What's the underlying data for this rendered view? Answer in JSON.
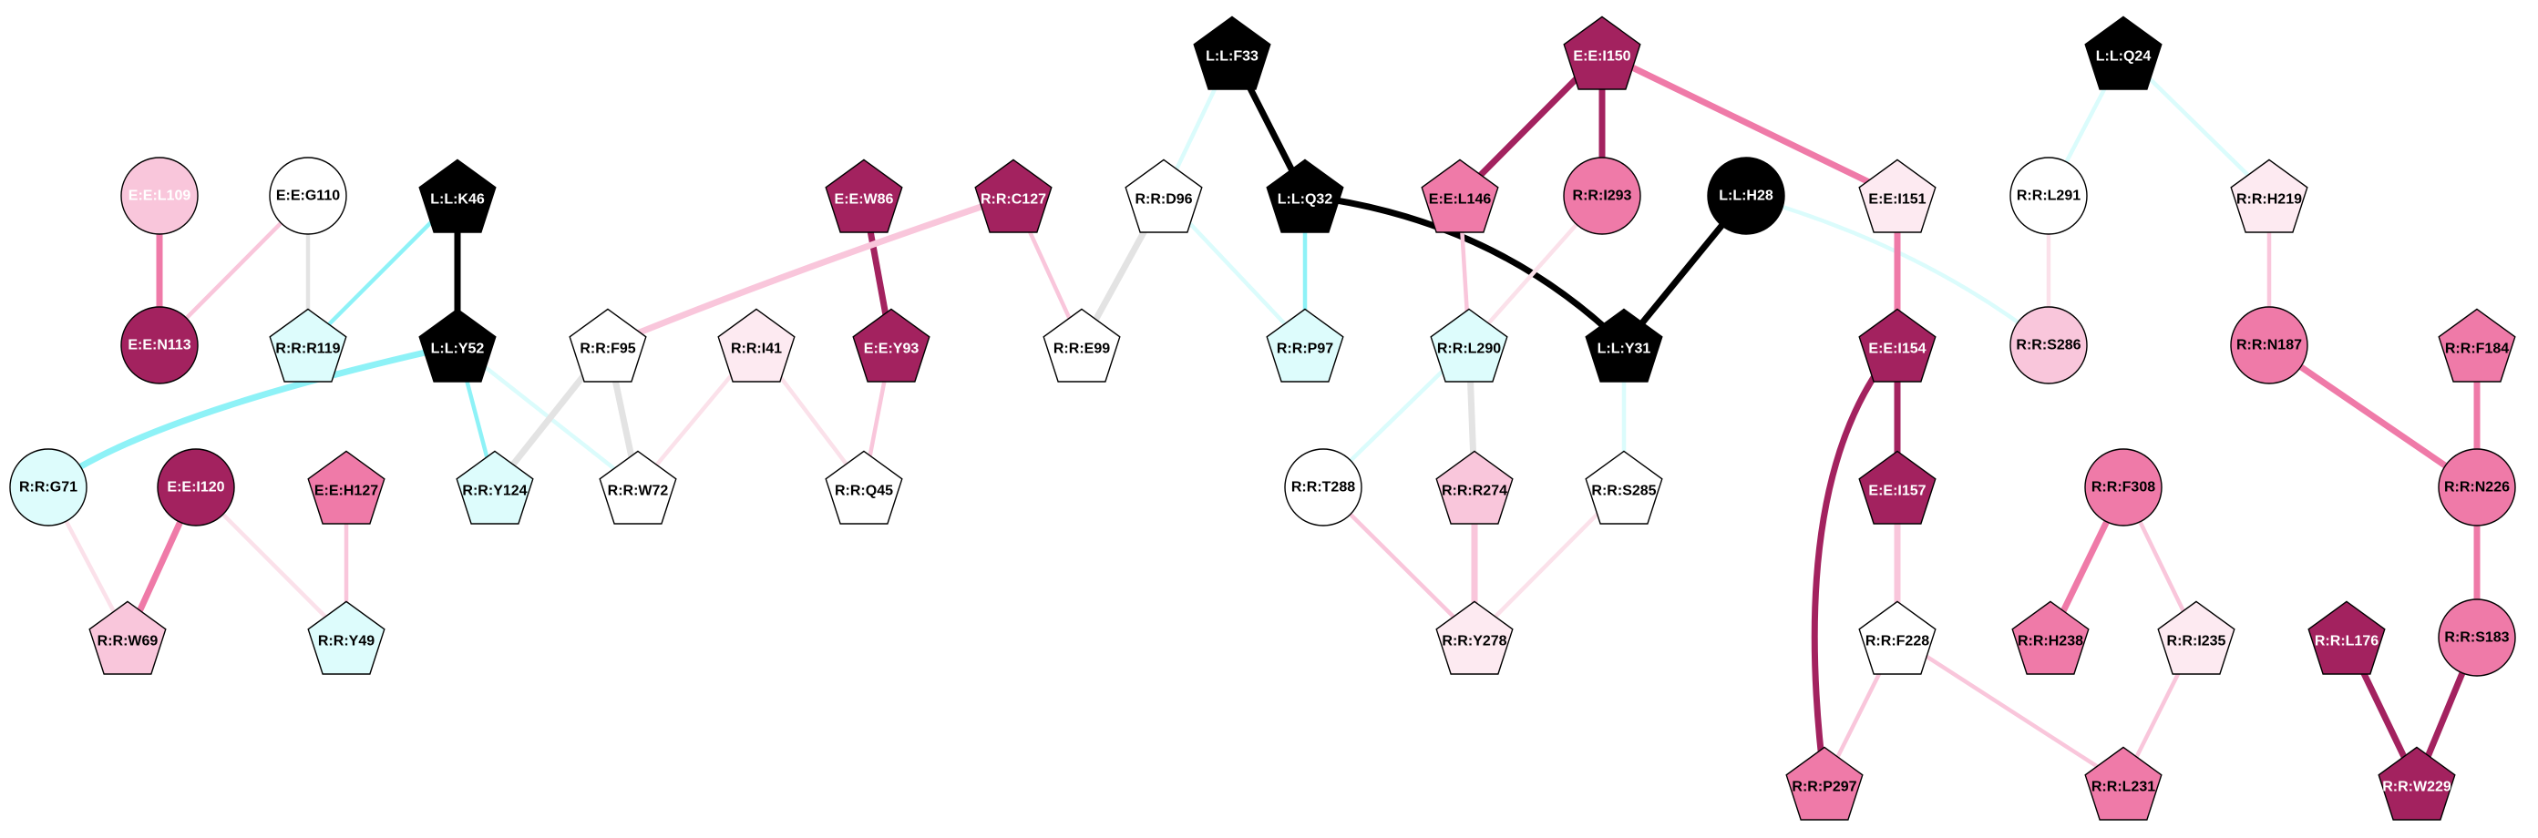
{
  "palette": {
    "black": "#000000",
    "white": "#ffffff",
    "dark_magenta": "#a3225f",
    "medium_pink": "#ef7aa8",
    "light_pink": "#f9c6db",
    "pale_pink": "#fdeaf1",
    "pale_cyan": "#ddfcfc",
    "edge_cyan_strong": "#8ef2f7",
    "edge_cyan_light": "#dbfcfc",
    "edge_grey": "#e3e3e3",
    "edge_pale_pink": "#fbe1ea"
  },
  "nodes": [
    {
      "id": "E:E:L109",
      "shape": "circle",
      "fill": "light_pink",
      "text": "light"
    },
    {
      "id": "E:E:G110",
      "shape": "circle",
      "fill": "white",
      "text": "dark"
    },
    {
      "id": "L:L:K46",
      "shape": "pentagon",
      "fill": "black",
      "text": "light"
    },
    {
      "id": "E:E:W86",
      "shape": "pentagon",
      "fill": "dark_magenta",
      "text": "light"
    },
    {
      "id": "R:R:C127",
      "shape": "pentagon",
      "fill": "dark_magenta",
      "text": "light"
    },
    {
      "id": "R:R:D96",
      "shape": "pentagon",
      "fill": "white",
      "text": "dark"
    },
    {
      "id": "L:L:F33",
      "shape": "pentagon",
      "fill": "black",
      "text": "light"
    },
    {
      "id": "L:L:Q32",
      "shape": "pentagon",
      "fill": "black",
      "text": "light"
    },
    {
      "id": "E:E:I150",
      "shape": "pentagon",
      "fill": "dark_magenta",
      "text": "light"
    },
    {
      "id": "E:E:L146",
      "shape": "pentagon",
      "fill": "medium_pink",
      "text": "dark"
    },
    {
      "id": "R:R:I293",
      "shape": "circle",
      "fill": "medium_pink",
      "text": "dark"
    },
    {
      "id": "L:L:H28",
      "shape": "circle",
      "fill": "black",
      "text": "light"
    },
    {
      "id": "E:E:I151",
      "shape": "pentagon",
      "fill": "pale_pink",
      "text": "dark"
    },
    {
      "id": "L:L:Q24",
      "shape": "pentagon",
      "fill": "black",
      "text": "light"
    },
    {
      "id": "R:R:L291",
      "shape": "circle",
      "fill": "white",
      "text": "dark"
    },
    {
      "id": "R:R:H219",
      "shape": "pentagon",
      "fill": "pale_pink",
      "text": "dark"
    },
    {
      "id": "E:E:N113",
      "shape": "circle",
      "fill": "dark_magenta",
      "text": "light"
    },
    {
      "id": "R:R:R119",
      "shape": "pentagon",
      "fill": "pale_cyan",
      "text": "dark"
    },
    {
      "id": "L:L:Y52",
      "shape": "pentagon",
      "fill": "black",
      "text": "light"
    },
    {
      "id": "R:R:F95",
      "shape": "pentagon",
      "fill": "white",
      "text": "dark"
    },
    {
      "id": "R:R:I41",
      "shape": "pentagon",
      "fill": "pale_pink",
      "text": "dark"
    },
    {
      "id": "E:E:Y93",
      "shape": "pentagon",
      "fill": "dark_magenta",
      "text": "light"
    },
    {
      "id": "R:R:E99",
      "shape": "pentagon",
      "fill": "white",
      "text": "dark"
    },
    {
      "id": "R:R:P97",
      "shape": "pentagon",
      "fill": "pale_cyan",
      "text": "dark"
    },
    {
      "id": "R:R:L290",
      "shape": "pentagon",
      "fill": "pale_cyan",
      "text": "dark"
    },
    {
      "id": "L:L:Y31",
      "shape": "pentagon",
      "fill": "black",
      "text": "light"
    },
    {
      "id": "E:E:I154",
      "shape": "pentagon",
      "fill": "dark_magenta",
      "text": "light"
    },
    {
      "id": "R:R:S286",
      "shape": "circle",
      "fill": "light_pink",
      "text": "dark"
    },
    {
      "id": "R:R:N187",
      "shape": "circle",
      "fill": "medium_pink",
      "text": "dark"
    },
    {
      "id": "R:R:F184",
      "shape": "pentagon",
      "fill": "medium_pink",
      "text": "dark"
    },
    {
      "id": "R:R:G71",
      "shape": "circle",
      "fill": "pale_cyan",
      "text": "dark"
    },
    {
      "id": "E:E:I120",
      "shape": "circle",
      "fill": "dark_magenta",
      "text": "light"
    },
    {
      "id": "E:E:H127",
      "shape": "pentagon",
      "fill": "medium_pink",
      "text": "dark"
    },
    {
      "id": "R:R:Y124",
      "shape": "pentagon",
      "fill": "pale_cyan",
      "text": "dark"
    },
    {
      "id": "R:R:W72",
      "shape": "pentagon",
      "fill": "white",
      "text": "dark"
    },
    {
      "id": "R:R:Q45",
      "shape": "pentagon",
      "fill": "white",
      "text": "dark"
    },
    {
      "id": "R:R:T288",
      "shape": "circle",
      "fill": "white",
      "text": "dark"
    },
    {
      "id": "R:R:R274",
      "shape": "pentagon",
      "fill": "light_pink",
      "text": "dark"
    },
    {
      "id": "R:R:S285",
      "shape": "pentagon",
      "fill": "white",
      "text": "dark"
    },
    {
      "id": "E:E:I157",
      "shape": "pentagon",
      "fill": "dark_magenta",
      "text": "light"
    },
    {
      "id": "R:R:F308",
      "shape": "circle",
      "fill": "medium_pink",
      "text": "dark"
    },
    {
      "id": "R:R:N226",
      "shape": "circle",
      "fill": "medium_pink",
      "text": "dark"
    },
    {
      "id": "R:R:W69",
      "shape": "pentagon",
      "fill": "light_pink",
      "text": "dark"
    },
    {
      "id": "R:R:Y49",
      "shape": "pentagon",
      "fill": "pale_cyan",
      "text": "dark"
    },
    {
      "id": "R:R:Y278",
      "shape": "pentagon",
      "fill": "pale_pink",
      "text": "dark"
    },
    {
      "id": "R:R:F228",
      "shape": "pentagon",
      "fill": "white",
      "text": "dark"
    },
    {
      "id": "R:R:H238",
      "shape": "pentagon",
      "fill": "medium_pink",
      "text": "dark"
    },
    {
      "id": "R:R:I235",
      "shape": "pentagon",
      "fill": "pale_pink",
      "text": "dark"
    },
    {
      "id": "R:R:L176",
      "shape": "pentagon",
      "fill": "dark_magenta",
      "text": "light"
    },
    {
      "id": "R:R:S183",
      "shape": "circle",
      "fill": "medium_pink",
      "text": "dark"
    },
    {
      "id": "R:R:P297",
      "shape": "pentagon",
      "fill": "medium_pink",
      "text": "dark"
    },
    {
      "id": "R:R:L231",
      "shape": "pentagon",
      "fill": "medium_pink",
      "text": "dark"
    },
    {
      "id": "R:R:W229",
      "shape": "pentagon",
      "fill": "dark_magenta",
      "text": "light"
    }
  ],
  "edges": [
    {
      "from": "E:E:L109",
      "to": "E:E:N113",
      "color": "medium_pink",
      "weight": "thick"
    },
    {
      "from": "E:E:G110",
      "to": "R:R:R119",
      "color": "edge_grey",
      "weight": "medium"
    },
    {
      "from": "E:E:N113",
      "to": "E:E:G110",
      "color": "light_pink",
      "weight": "medium"
    },
    {
      "from": "L:L:K46",
      "to": "R:R:R119",
      "color": "edge_cyan_strong",
      "weight": "medium"
    },
    {
      "from": "L:L:K46",
      "to": "L:L:Y52",
      "color": "black",
      "weight": "thick"
    },
    {
      "from": "L:L:Y52",
      "to": "R:R:G71",
      "color": "edge_cyan_strong",
      "weight": "thick"
    },
    {
      "from": "L:L:Y52",
      "to": "R:R:Y124",
      "color": "edge_cyan_strong",
      "weight": "medium"
    },
    {
      "from": "L:L:Y52",
      "to": "R:R:W72",
      "color": "edge_cyan_light",
      "weight": "medium"
    },
    {
      "from": "R:R:F95",
      "to": "R:R:Y124",
      "color": "edge_grey",
      "weight": "thick"
    },
    {
      "from": "R:R:F95",
      "to": "R:R:W72",
      "color": "edge_grey",
      "weight": "thick"
    },
    {
      "from": "R:R:I41",
      "to": "R:R:W72",
      "color": "edge_pale_pink",
      "weight": "medium"
    },
    {
      "from": "R:R:I41",
      "to": "R:R:Q45",
      "color": "edge_pale_pink",
      "weight": "medium"
    },
    {
      "from": "E:E:W86",
      "to": "E:E:Y93",
      "color": "dark_magenta",
      "weight": "thick"
    },
    {
      "from": "E:E:Y93",
      "to": "R:R:Q45",
      "color": "light_pink",
      "weight": "medium"
    },
    {
      "from": "R:R:C127",
      "to": "R:R:F95",
      "color": "light_pink",
      "weight": "thick"
    },
    {
      "from": "R:R:C127",
      "to": "R:R:E99",
      "color": "light_pink",
      "weight": "medium"
    },
    {
      "from": "R:R:D96",
      "to": "R:R:E99",
      "color": "edge_grey",
      "weight": "thick"
    },
    {
      "from": "R:R:D96",
      "to": "R:R:P97",
      "color": "edge_cyan_light",
      "weight": "medium"
    },
    {
      "from": "L:L:F33",
      "to": "R:R:D96",
      "color": "edge_cyan_light",
      "weight": "medium"
    },
    {
      "from": "L:L:F33",
      "to": "L:L:Q32",
      "color": "black",
      "weight": "thick"
    },
    {
      "from": "L:L:Q32",
      "to": "R:R:P97",
      "color": "edge_cyan_strong",
      "weight": "medium"
    },
    {
      "from": "L:L:Q32",
      "to": "L:L:Y31",
      "color": "black",
      "weight": "thick"
    },
    {
      "from": "E:E:I150",
      "to": "E:E:L146",
      "color": "dark_magenta",
      "weight": "thick"
    },
    {
      "from": "E:E:I150",
      "to": "R:R:I293",
      "color": "dark_magenta",
      "weight": "thick"
    },
    {
      "from": "E:E:I150",
      "to": "E:E:I151",
      "color": "medium_pink",
      "weight": "thick"
    },
    {
      "from": "E:E:L146",
      "to": "R:R:L290",
      "color": "light_pink",
      "weight": "medium"
    },
    {
      "from": "R:R:I293",
      "to": "R:R:L290",
      "color": "edge_pale_pink",
      "weight": "medium"
    },
    {
      "from": "L:L:H28",
      "to": "L:L:Y31",
      "color": "black",
      "weight": "thick"
    },
    {
      "from": "L:L:H28",
      "to": "R:R:S286",
      "color": "edge_cyan_light",
      "weight": "medium"
    },
    {
      "from": "E:E:I151",
      "to": "E:E:I154",
      "color": "medium_pink",
      "weight": "thick"
    },
    {
      "from": "L:L:Q24",
      "to": "R:R:L291",
      "color": "edge_cyan_light",
      "weight": "medium"
    },
    {
      "from": "L:L:Q24",
      "to": "R:R:H219",
      "color": "edge_cyan_light",
      "weight": "medium"
    },
    {
      "from": "R:R:L291",
      "to": "R:R:S286",
      "color": "edge_pale_pink",
      "weight": "medium"
    },
    {
      "from": "R:R:H219",
      "to": "R:R:N187",
      "color": "light_pink",
      "weight": "medium"
    },
    {
      "from": "R:R:N187",
      "to": "R:R:N226",
      "color": "medium_pink",
      "weight": "thick"
    },
    {
      "from": "R:R:F184",
      "to": "R:R:N226",
      "color": "medium_pink",
      "weight": "thick"
    },
    {
      "from": "R:R:N226",
      "to": "R:R:S183",
      "color": "medium_pink",
      "weight": "thick"
    },
    {
      "from": "R:R:S183",
      "to": "R:R:W229",
      "color": "dark_magenta",
      "weight": "thick"
    },
    {
      "from": "R:R:L176",
      "to": "R:R:W229",
      "color": "dark_magenta",
      "weight": "thick"
    },
    {
      "from": "R:R:G71",
      "to": "R:R:W69",
      "color": "edge_pale_pink",
      "weight": "medium"
    },
    {
      "from": "E:E:I120",
      "to": "R:R:W69",
      "color": "medium_pink",
      "weight": "thick"
    },
    {
      "from": "E:E:I120",
      "to": "R:R:Y49",
      "color": "edge_pale_pink",
      "weight": "medium"
    },
    {
      "from": "E:E:H127",
      "to": "R:R:Y49",
      "color": "light_pink",
      "weight": "medium"
    },
    {
      "from": "R:R:L290",
      "to": "R:R:R274",
      "color": "edge_grey",
      "weight": "thick"
    },
    {
      "from": "R:R:L290",
      "to": "R:R:T288",
      "color": "edge_cyan_light",
      "weight": "medium"
    },
    {
      "from": "L:L:Y31",
      "to": "R:R:S285",
      "color": "edge_cyan_light",
      "weight": "medium"
    },
    {
      "from": "R:R:T288",
      "to": "R:R:Y278",
      "color": "light_pink",
      "weight": "medium"
    },
    {
      "from": "R:R:R274",
      "to": "R:R:Y278",
      "color": "light_pink",
      "weight": "thick"
    },
    {
      "from": "R:R:S285",
      "to": "R:R:Y278",
      "color": "edge_pale_pink",
      "weight": "medium"
    },
    {
      "from": "E:E:I154",
      "to": "E:E:I157",
      "color": "dark_magenta",
      "weight": "thick"
    },
    {
      "from": "E:E:I154",
      "to": "R:R:P297",
      "color": "dark_magenta",
      "weight": "thick"
    },
    {
      "from": "E:E:I157",
      "to": "R:R:F228",
      "color": "light_pink",
      "weight": "thick"
    },
    {
      "from": "R:R:F228",
      "to": "R:R:P297",
      "color": "light_pink",
      "weight": "medium"
    },
    {
      "from": "R:R:F228",
      "to": "R:R:L231",
      "color": "light_pink",
      "weight": "medium"
    },
    {
      "from": "R:R:F308",
      "to": "R:R:H238",
      "color": "medium_pink",
      "weight": "thick"
    },
    {
      "from": "R:R:F308",
      "to": "R:R:I235",
      "color": "light_pink",
      "weight": "medium"
    },
    {
      "from": "R:R:I235",
      "to": "R:R:L231",
      "color": "light_pink",
      "weight": "medium"
    }
  ]
}
